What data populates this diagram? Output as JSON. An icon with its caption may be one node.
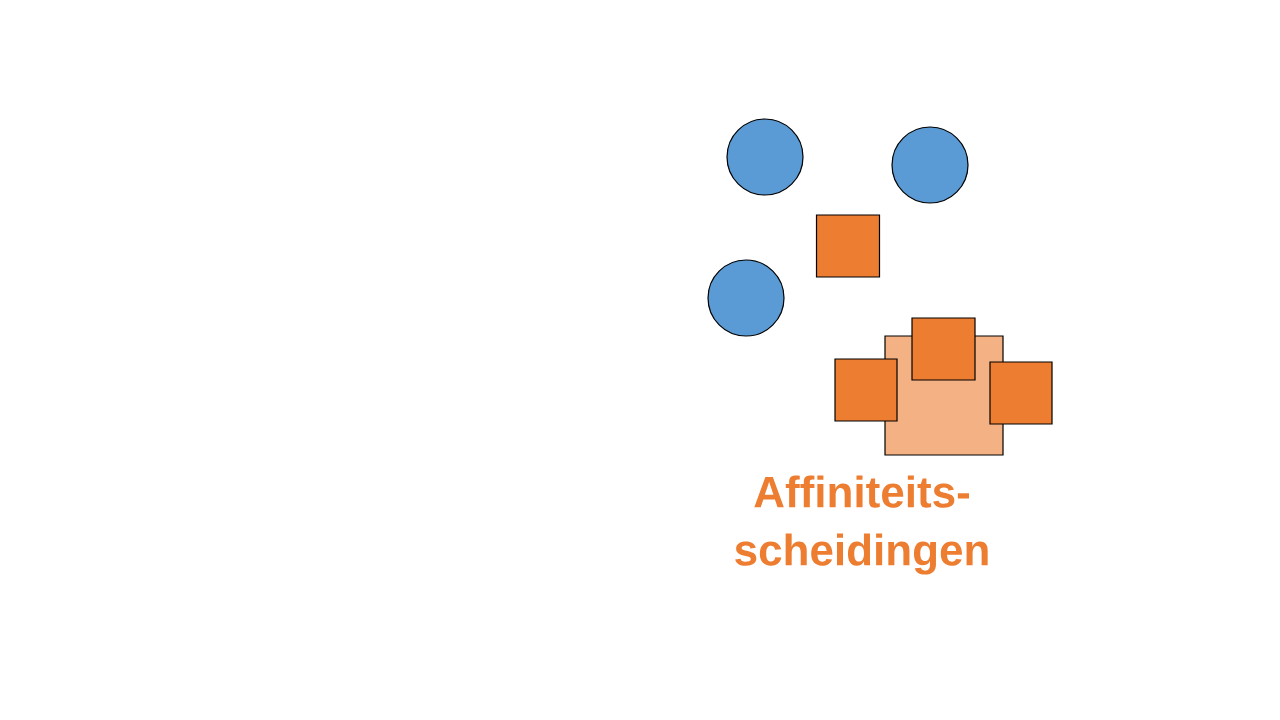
{
  "diagram": {
    "nodes": [
      {
        "text": [],
        "shape": "circle"
      },
      {
        "text": [],
        "shape": "circle"
      },
      {
        "text": [],
        "shape": "box"
      },
      {
        "text": [],
        "shape": "circle"
      },
      {
        "text": [],
        "shape": "box"
      },
      {
        "text": [],
        "shape": "box"
      },
      {
        "text": [],
        "shape": "box"
      },
      {
        "text": [],
        "shape": "box"
      }
    ],
    "labels": [
      "Affiniteits-scheidingen"
    ]
  }
}
